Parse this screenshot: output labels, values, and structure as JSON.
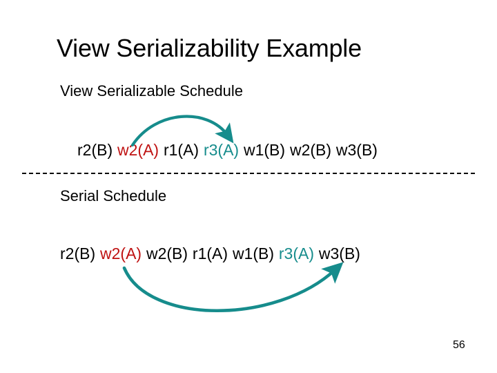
{
  "slide": {
    "title": "View Serializability Example",
    "page_number": "56",
    "accent_teal": "#168c8c",
    "accent_red": "#bf1212",
    "text_color": "#000000",
    "background": "#ffffff"
  },
  "sections": {
    "view": {
      "heading": "View Serializable Schedule",
      "operations": [
        {
          "text": "r2(B)",
          "color": "black"
        },
        {
          "text": "w2(A)",
          "color": "red"
        },
        {
          "text": "r1(A)",
          "color": "black"
        },
        {
          "text": "r3(A)",
          "color": "teal"
        },
        {
          "text": "w1(B)",
          "color": "black"
        },
        {
          "text": "w2(B)",
          "color": "black"
        },
        {
          "text": "w3(B)",
          "color": "black"
        }
      ]
    },
    "serial": {
      "heading": "Serial Schedule",
      "operations": [
        {
          "text": "r2(B)",
          "color": "black"
        },
        {
          "text": "w2(A)",
          "color": "red"
        },
        {
          "text": "w2(B)",
          "color": "black"
        },
        {
          "text": "r1(A)",
          "color": "black"
        },
        {
          "text": "w1(B)",
          "color": "black"
        },
        {
          "text": "r3(A)",
          "color": "teal"
        },
        {
          "text": "w3(B)",
          "color": "black"
        }
      ]
    }
  },
  "annotations": {
    "arrow_top": {
      "name": "dependency-arrow-view",
      "from_label": "w2(A)",
      "to_label": "r3(A)",
      "color": "#168c8c"
    },
    "arrow_bottom": {
      "name": "dependency-arrow-serial",
      "from_label": "w2(A)",
      "to_label": "r3(A)",
      "color": "#168c8c"
    },
    "divider": {
      "style": "dashed",
      "color": "#000000"
    }
  }
}
